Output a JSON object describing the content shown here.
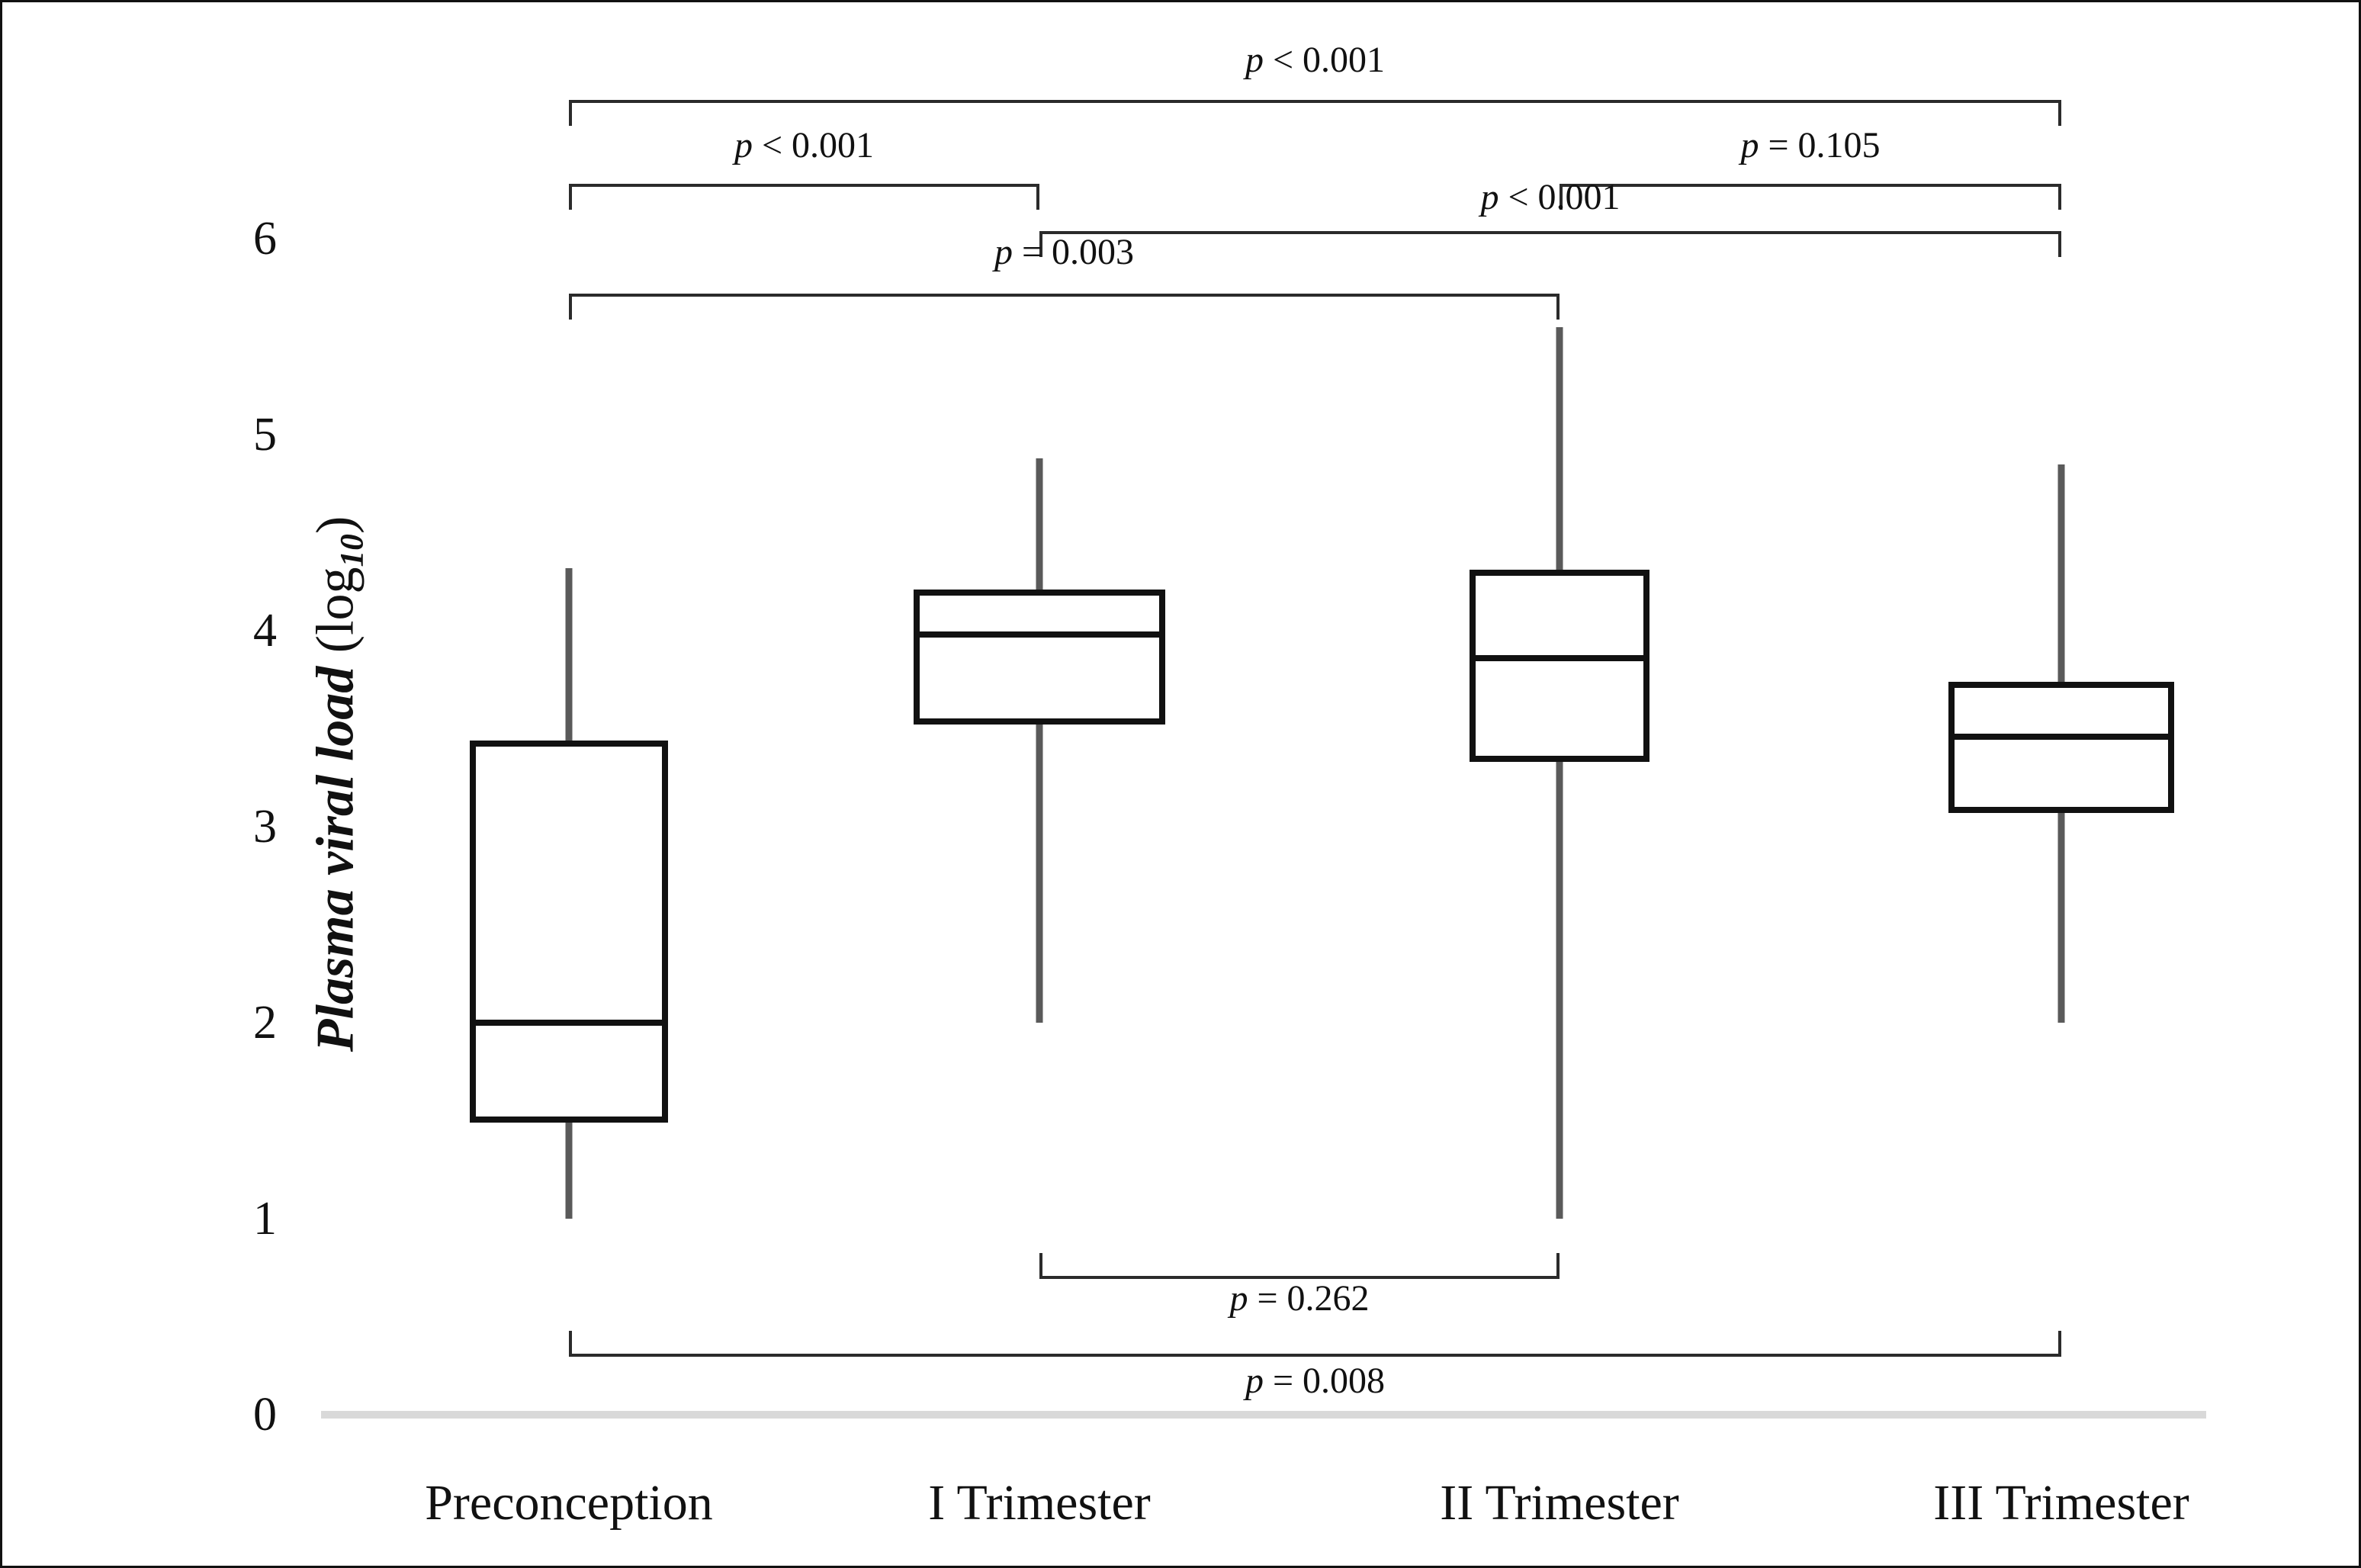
{
  "chart_data": {
    "type": "box",
    "title": "",
    "xlabel": "",
    "ylabel": "Plasma viral load (log10)",
    "ylim": [
      0,
      6
    ],
    "yticks": [
      "0",
      "1",
      "2",
      "3",
      "4",
      "5",
      "6"
    ],
    "grid": false,
    "legend": "none",
    "categories": [
      "Preconception",
      "I Trimester",
      "II Trimester",
      "III Trimester"
    ],
    "boxes": [
      {
        "category": "Preconception",
        "whisker_low": 1.0,
        "q1": 1.49,
        "median": 2.0,
        "q3": 3.44,
        "whisker_high": 4.32
      },
      {
        "category": "I Trimester",
        "whisker_low": 2.0,
        "q1": 3.52,
        "median": 3.98,
        "q3": 4.21,
        "whisker_high": 4.88
      },
      {
        "category": "II Trimester",
        "whisker_low": 1.0,
        "q1": 3.33,
        "median": 3.86,
        "q3": 4.31,
        "whisker_high": 5.55
      },
      {
        "category": "III Trimester",
        "whisker_low": 2.0,
        "q1": 3.07,
        "median": 3.46,
        "q3": 3.74,
        "whisker_high": 4.85
      }
    ],
    "annotations": [
      {
        "id": "a1",
        "text": "p < 0.001",
        "from": "Preconception",
        "to": "III Trimester",
        "side": "top"
      },
      {
        "id": "a2",
        "text": "p < 0.001",
        "from": "Preconception",
        "to": "I Trimester",
        "side": "top"
      },
      {
        "id": "a3",
        "text": "p = 0.105",
        "from": "II Trimester",
        "to": "III Trimester",
        "side": "top"
      },
      {
        "id": "a4",
        "text": "p < 0.001",
        "from": "I Trimester",
        "to": "III Trimester",
        "side": "top"
      },
      {
        "id": "a5",
        "text": "p = 0.003",
        "from": "Preconception",
        "to": "II Trimester",
        "side": "top"
      },
      {
        "id": "a6",
        "text": "p = 0.262",
        "from": "I Trimester",
        "to": "II Trimester",
        "side": "bottom"
      },
      {
        "id": "a7",
        "text": "p = 0.008",
        "from": "Preconception",
        "to": "III Trimester",
        "side": "bottom"
      }
    ]
  },
  "axis": {
    "y_title_main": "Plasma viral load",
    "y_title_paren_open": " (",
    "y_title_log": "log",
    "y_title_sub": "10",
    "y_title_paren_close": ")",
    "ticks": [
      {
        "label": "6"
      },
      {
        "label": "5"
      },
      {
        "label": "4"
      },
      {
        "label": "3"
      },
      {
        "label": "2"
      },
      {
        "label": "1"
      },
      {
        "label": "0"
      }
    ]
  },
  "x_labels": [
    {
      "label": "Preconception"
    },
    {
      "label": "I Trimester"
    },
    {
      "label": "II Trimester"
    },
    {
      "label": "III Trimester"
    }
  ],
  "pvalues": [
    {
      "text": "p < 0.001"
    },
    {
      "text": "p < 0.001"
    },
    {
      "text": "p = 0.105"
    },
    {
      "text": "p < 0.001"
    },
    {
      "text": "p = 0.003"
    },
    {
      "text": "p = 0.262"
    },
    {
      "text": "p = 0.008"
    }
  ],
  "colors": {
    "box_stroke": "#111111",
    "whisker": "#5a5a5a",
    "baseline": "#d9d9d9",
    "bracket": "#2b2b2b",
    "text": "#111111",
    "frame": "#111111"
  }
}
